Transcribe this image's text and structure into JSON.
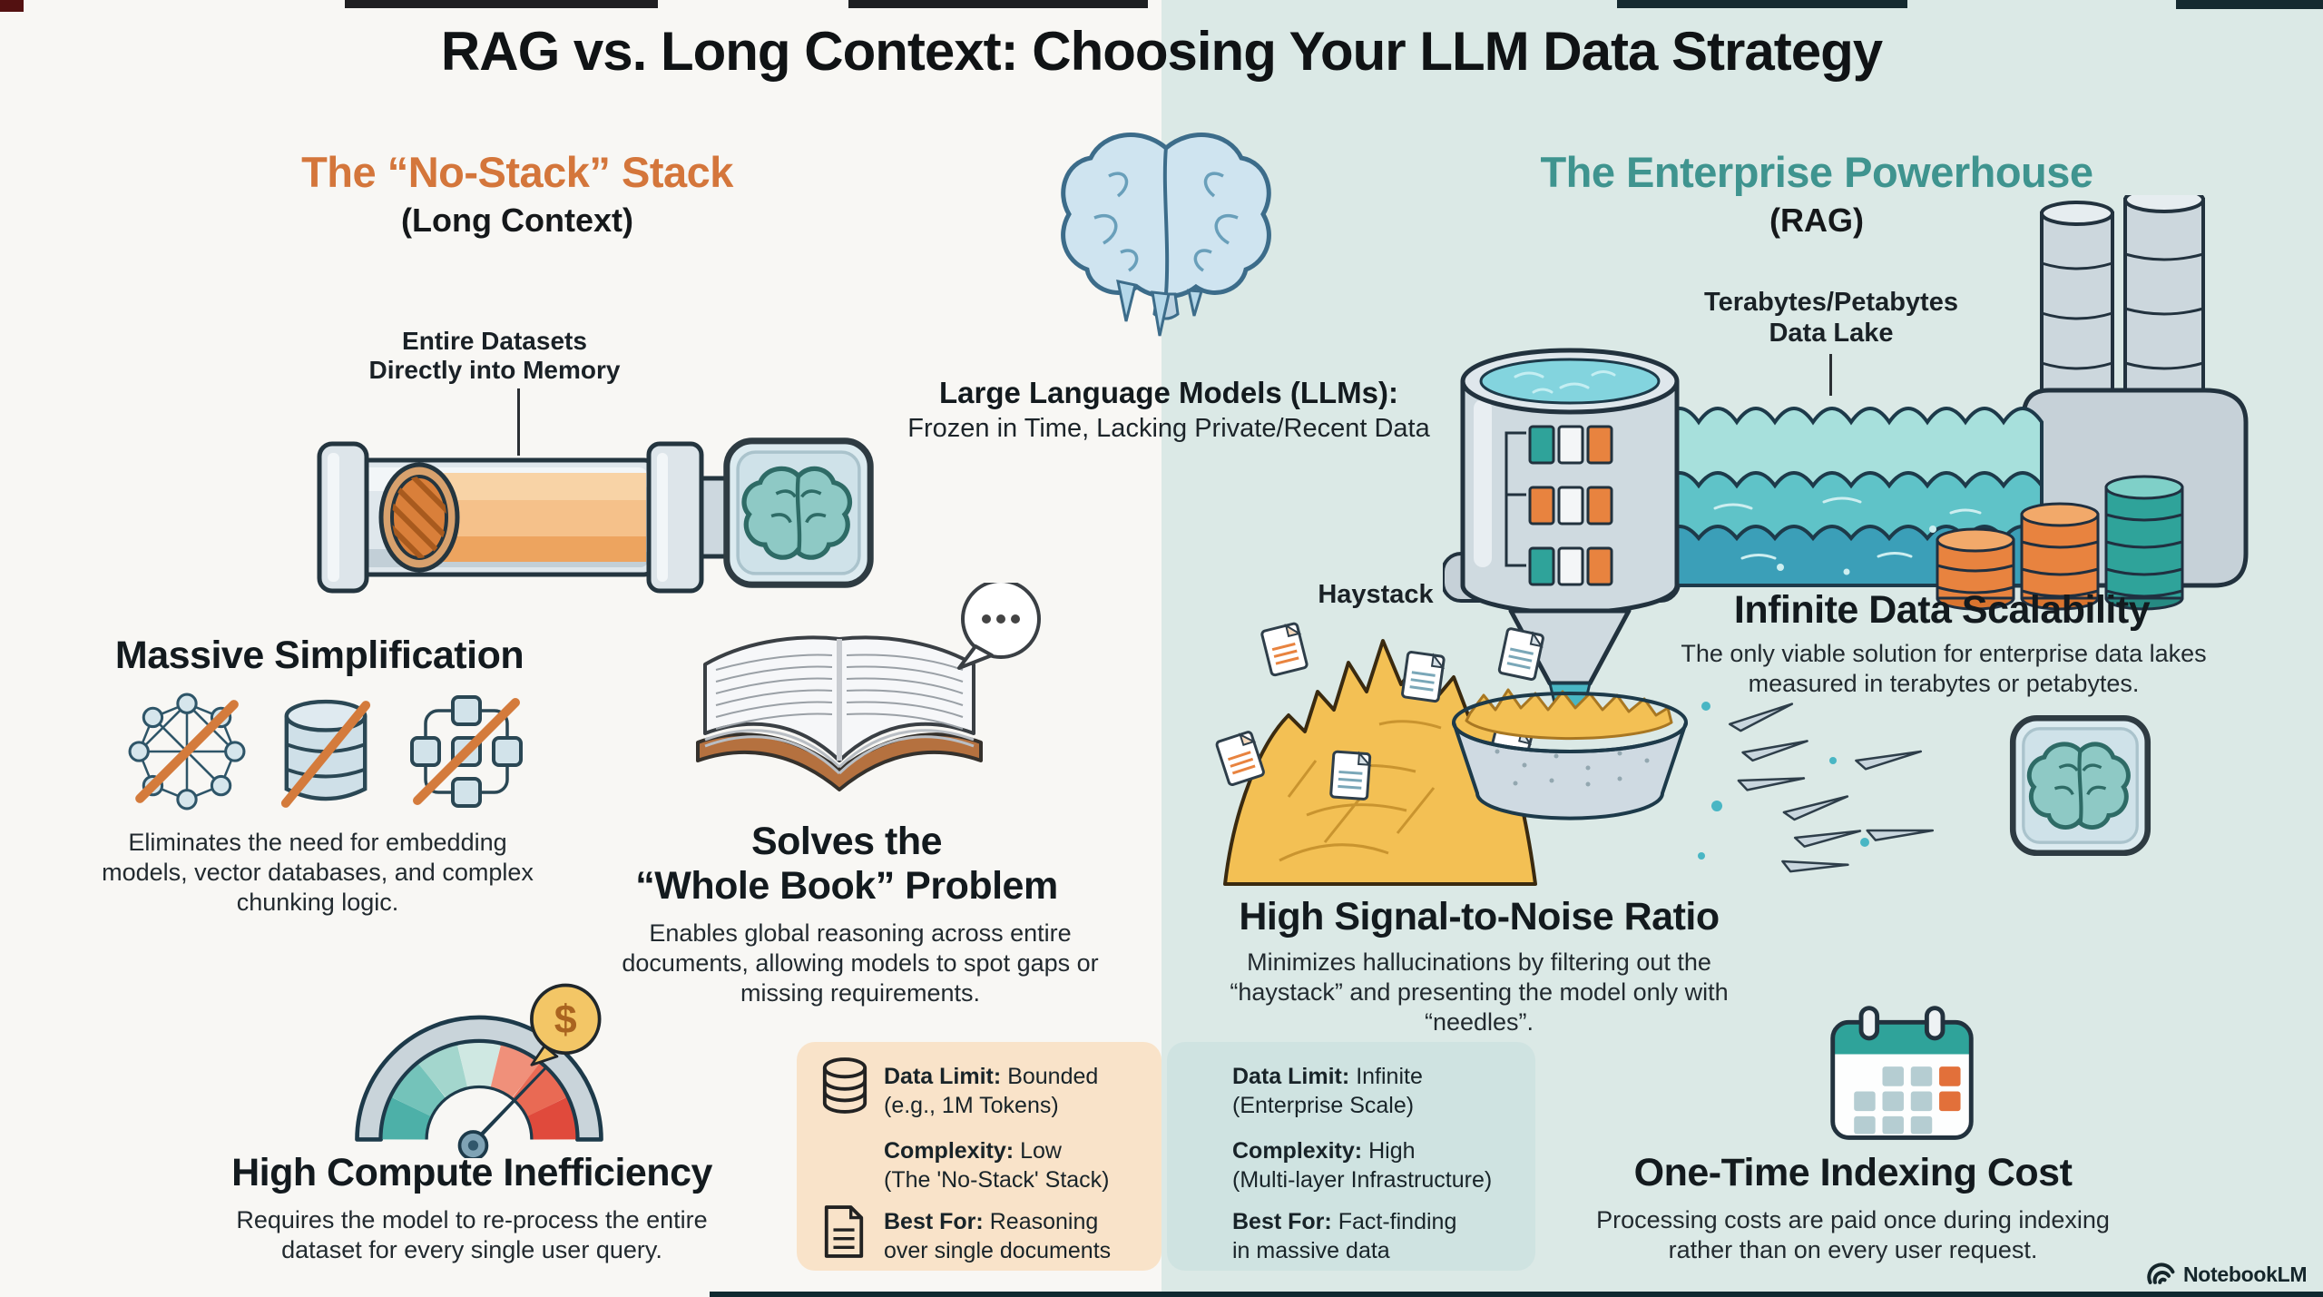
{
  "title": "RAG vs. Long Context: Choosing Your LLM Data Strategy",
  "watermark": "NotebookLM",
  "colors": {
    "bg_left": "#f8f7f4",
    "bg_right": "#dbe9e6",
    "left_heading": "#d4763b",
    "right_heading": "#3f948f",
    "card_long_context": "#f9e3c9",
    "card_rag": "#cfe3e1",
    "cross_out": "#d47b3c",
    "haystack": "#f3c054"
  },
  "left": {
    "heading": "The “No-Stack” Stack",
    "subheading": "(Long Context)",
    "memory_line1": "Entire Datasets",
    "memory_line2": "Directly into Memory",
    "simplification_heading": "Massive Simplification",
    "simplification_desc": "Eliminates the need for embedding models, vector databases, and complex chunking logic.",
    "book_heading_line1": "Solves the",
    "book_heading_line2": "“Whole Book” Problem",
    "book_desc": "Enables global reasoning across entire documents, allowing models to spot gaps or missing requirements.",
    "compute_heading": "High Compute Inefficiency",
    "compute_desc": "Requires the model to re-process the entire dataset for every single user query."
  },
  "center": {
    "llm_heading": "Large Language Models (LLMs):",
    "llm_subheading": "Frozen in Time, Lacking Private/Recent Data"
  },
  "right": {
    "heading": "The Enterprise Powerhouse",
    "subheading": "(RAG)",
    "lake_label_line1": "Terabytes/Petabytes",
    "lake_label_line2": "Data Lake",
    "scalability_heading": "Infinite Data Scalability",
    "scalability_desc": "The only viable solution for enterprise data lakes measured in terabytes or petabytes.",
    "haystack_label": "Haystack",
    "signal_heading": "High Signal-to-Noise Ratio",
    "signal_desc": "Minimizes hallucinations by filtering out the “haystack” and presenting the model only with “needles”.",
    "indexing_heading": "One-Time Indexing Cost",
    "indexing_desc": "Processing costs are paid once during indexing rather than on every user request."
  },
  "comparison": {
    "long_context": {
      "rows": [
        {
          "label": "Data Limit:",
          "value": "Bounded",
          "value2": "(e.g., 1M Tokens)"
        },
        {
          "label": "Complexity:",
          "value": "Low",
          "value2": "(The 'No-Stack' Stack)"
        },
        {
          "label": "Best For:",
          "value": "Reasoning",
          "value2": "over single documents"
        }
      ]
    },
    "rag": {
      "rows": [
        {
          "label": "Data Limit:",
          "value": "Infinite",
          "value2": "(Enterprise Scale)"
        },
        {
          "label": "Complexity:",
          "value": "High",
          "value2": "(Multi-layer Infrastructure)"
        },
        {
          "label": "Best For:",
          "value": "Fact-finding",
          "value2": "in massive data"
        }
      ]
    }
  }
}
